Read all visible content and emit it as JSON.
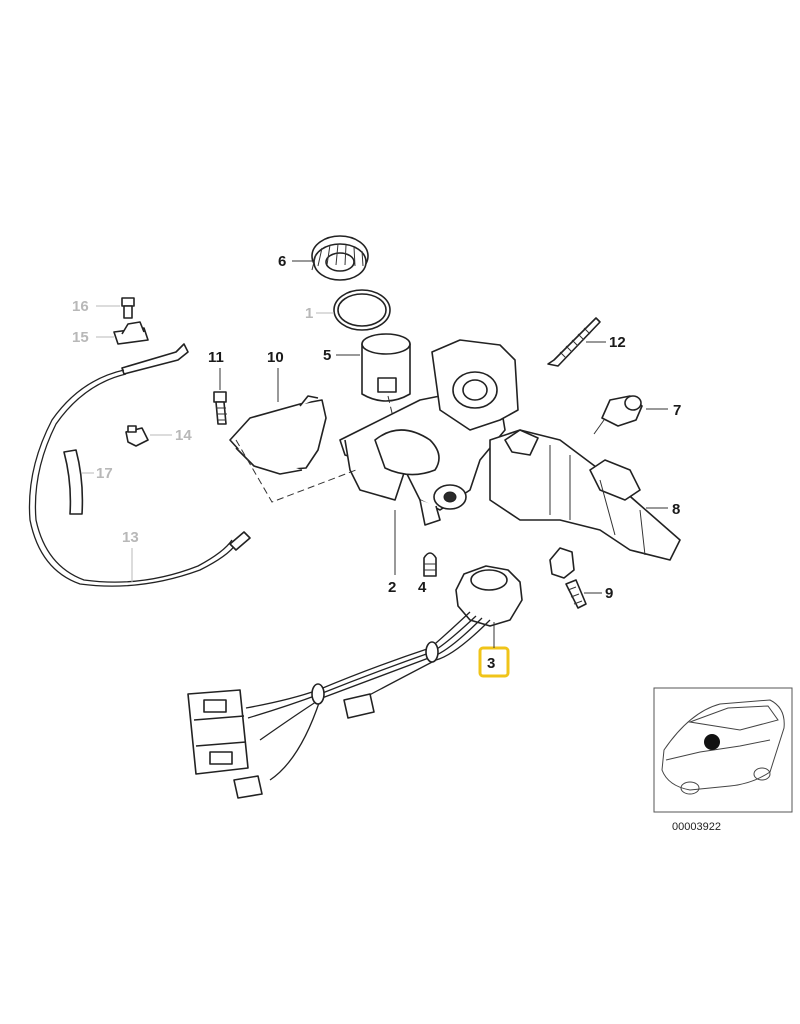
{
  "callouts": {
    "c1": "1",
    "c2": "2",
    "c3": "3",
    "c4": "4",
    "c5": "5",
    "c6": "6",
    "c7": "7",
    "c8": "8",
    "c9": "9",
    "c10": "10",
    "c11": "11",
    "c12": "12",
    "c13": "13",
    "c14": "14",
    "c15": "15",
    "c16": "16",
    "c17": "17"
  },
  "highlighted_part": "3",
  "highlight_color": "#f0c419",
  "inactive_label_color": "#b8b8b8",
  "thumbnail": {
    "diagram_number": "00003922"
  }
}
